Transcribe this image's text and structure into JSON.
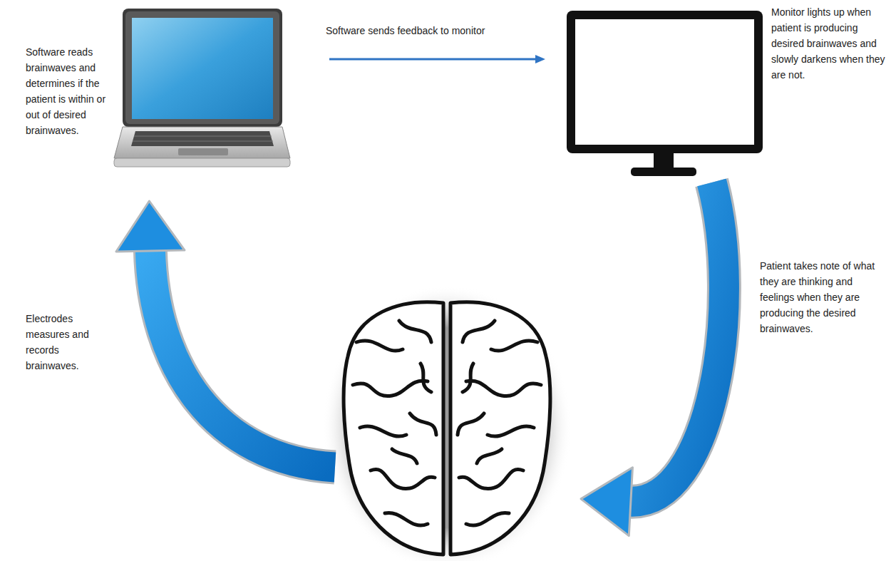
{
  "diagram": {
    "nodes": [
      {
        "text": [
          "Software reads brainwaves and determines if the patient is within or out of desired brainwaves."
        ]
      },
      {
        "text": [
          "Monitor lights up when patient is producing desired brainwaves and slowly darkens when they are not."
        ]
      },
      {
        "text": []
      }
    ],
    "edges": [
      {
        "from": 0,
        "to": 1,
        "label": "Software sends feedback to monitor",
        "arrow": "to"
      },
      {
        "from": 1,
        "to": 2,
        "label": "Patient takes note of what they are thinking and feelings when they are producing the desired brainwaves.",
        "arrow": "to"
      },
      {
        "from": 2,
        "to": 0,
        "label": "Electrodes measures and records brainwaves.",
        "arrow": "to"
      }
    ]
  }
}
